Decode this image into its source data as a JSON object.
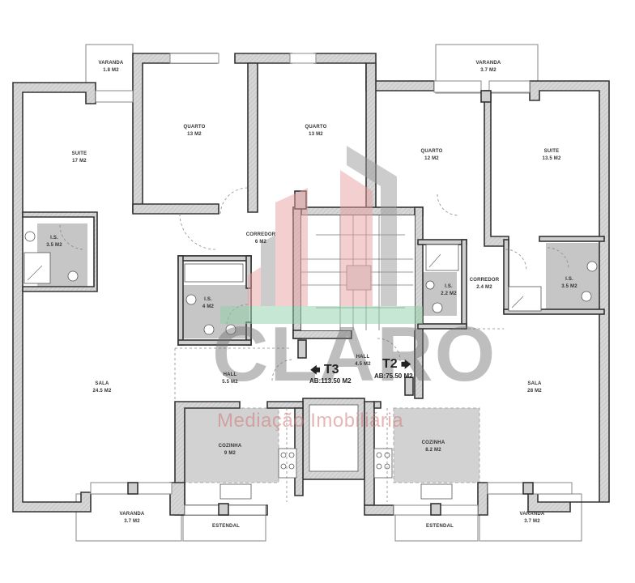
{
  "plan": {
    "rooms": {
      "varanda_tl": {
        "name": "VARANDA",
        "area": "1.8 M2"
      },
      "suite_l": {
        "name": "SUITE",
        "area": "17 M2"
      },
      "quarto_1": {
        "name": "QUARTO",
        "area": "13 M2"
      },
      "quarto_2": {
        "name": "QUARTO",
        "area": "13 M2"
      },
      "varanda_tr": {
        "name": "VARANDA",
        "area": "3.7 M2"
      },
      "quarto_3": {
        "name": "QUARTO",
        "area": "12 M2"
      },
      "suite_r": {
        "name": "SUITE",
        "area": "13.5 M2"
      },
      "is_l1": {
        "name": "I.S.",
        "area": "3.5 M2"
      },
      "corredor_l": {
        "name": "CORREDOR",
        "area": "6 M2"
      },
      "is_l2": {
        "name": "I.S.",
        "area": "4 M2"
      },
      "is_r1": {
        "name": "I.S.",
        "area": "2.2 M2"
      },
      "corredor_r": {
        "name": "CORREDOR",
        "area": "2.4 M2"
      },
      "is_r2": {
        "name": "I.S.",
        "area": "3.5 M2"
      },
      "hall_l": {
        "name": "HALL",
        "area": "5.5 M2"
      },
      "hall_c": {
        "name": "HALL",
        "area": "4.5 M2"
      },
      "sala_l": {
        "name": "SALA",
        "area": "24.5 M2"
      },
      "sala_r": {
        "name": "SALA",
        "area": "28 M2"
      },
      "cozinha_l": {
        "name": "COZINHA",
        "area": "9 M2"
      },
      "cozinha_r": {
        "name": "COZINHA",
        "area": "8.2 M2"
      },
      "varanda_bl": {
        "name": "VARANDA",
        "area": "3.7 M2"
      },
      "estendal_l": {
        "name": "ESTENDAL"
      },
      "estendal_r": {
        "name": "ESTENDAL"
      },
      "varanda_br": {
        "name": "VARANDA",
        "area": "3.7 M2"
      }
    },
    "units": {
      "t3": {
        "label": "T3",
        "arrow": "🡄",
        "area": "AB:113.50 M2"
      },
      "t2": {
        "label": "T2",
        "arrow": "🡆",
        "area": "AB:75.50 M2"
      }
    },
    "watermark": {
      "brand": "CLARO",
      "tagline": "Mediação Imobiliária"
    }
  }
}
